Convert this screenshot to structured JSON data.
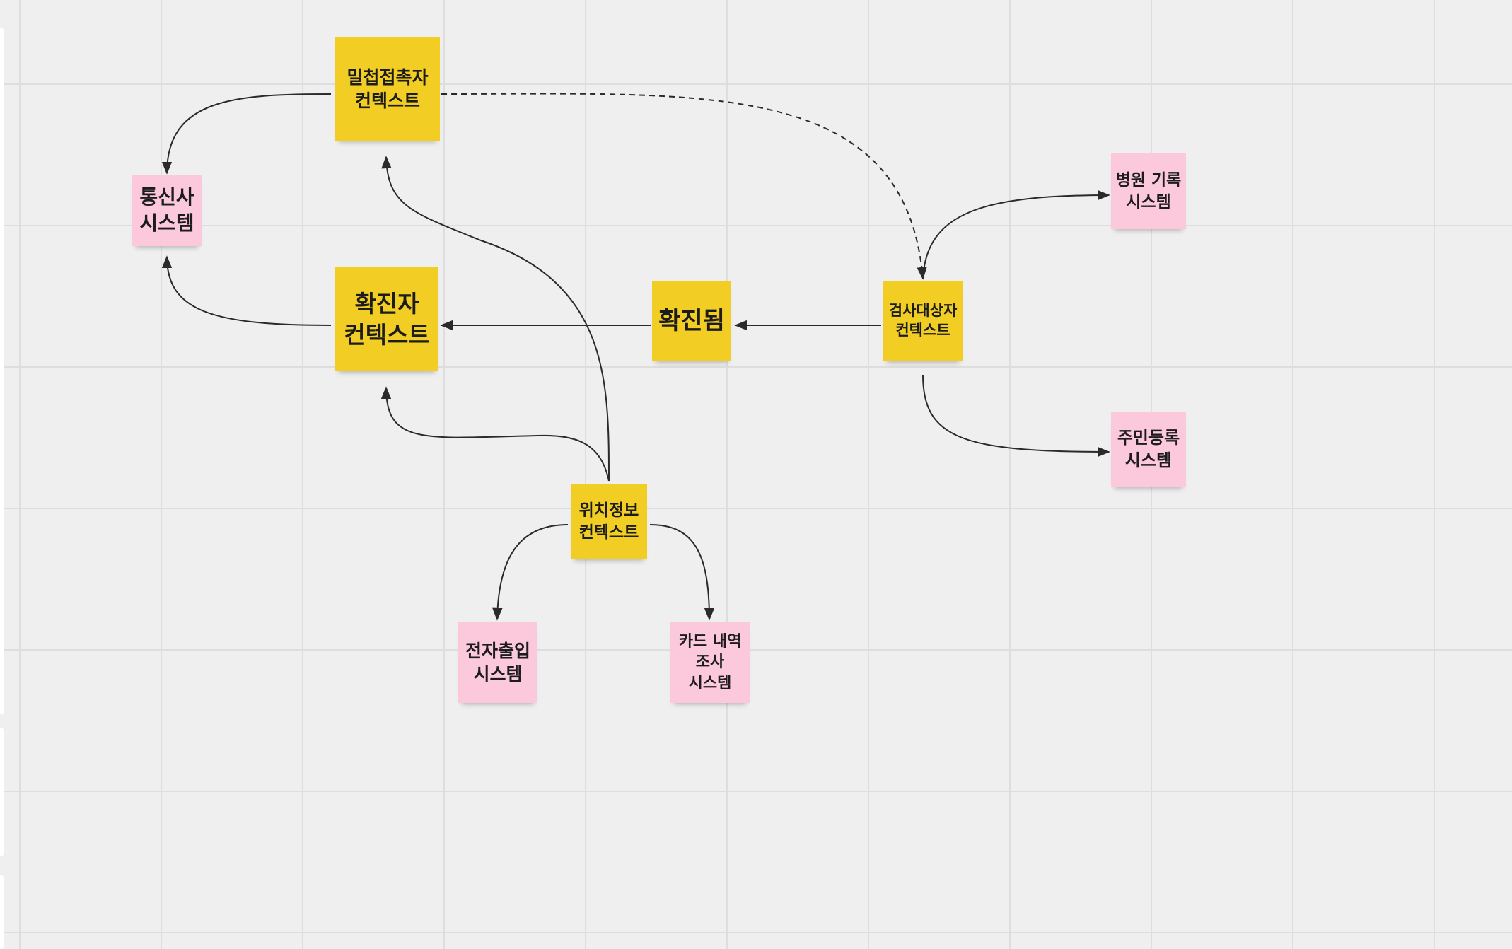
{
  "colors": {
    "context_note": "#f2cd24",
    "system_note": "#fcc9dc",
    "connector": "#2a2a2a"
  },
  "notes": {
    "close_contact": "밀첩접촉자\n컨텍스트",
    "telecom": "통신사\n시스템",
    "confirmed_ctx": "확진자\n컨텍스트",
    "confirmed_event": "확진됨",
    "test_target": "검사대상자\n컨텍스트",
    "hospital": "병원 기록\n시스템",
    "resident": "주민등록\n시스템",
    "location": "위치정보\n컨텍스트",
    "access": "전자출입\n시스템",
    "card": "카드 내역\n조사\n시스템"
  }
}
